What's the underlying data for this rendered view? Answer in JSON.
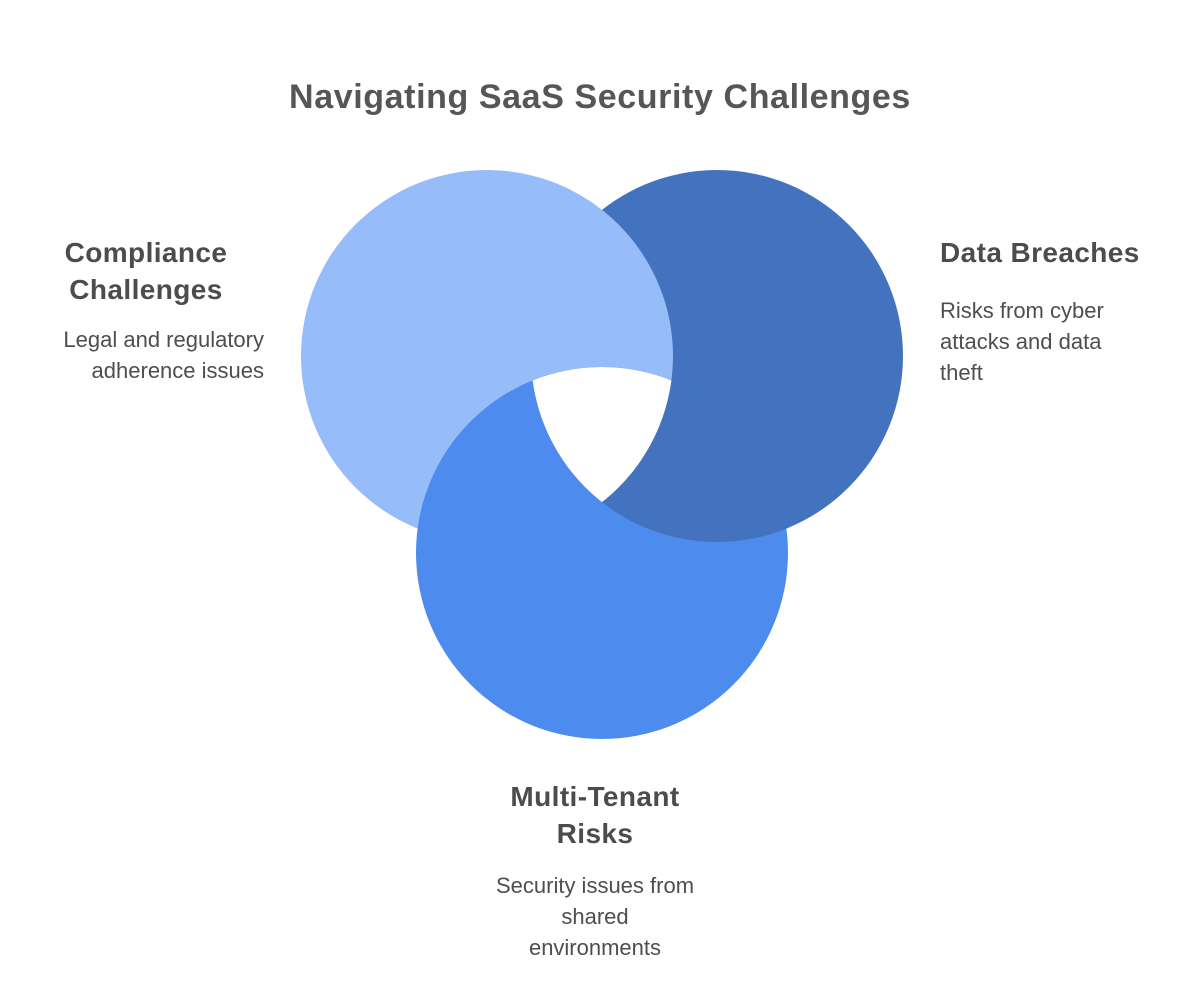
{
  "title": "Navigating SaaS Security Challenges",
  "diagram": {
    "type": "venn-3-circle-pinwheel",
    "background": "#ffffff",
    "circles": {
      "compliance": {
        "label": "Compliance Challenges",
        "color": "#97BCFA"
      },
      "data_breaches": {
        "label": "Data Breaches",
        "color": "#4372BF"
      },
      "multi_tenant": {
        "label": "Multi-Tenant Risks",
        "color": "#4D8CEE"
      }
    }
  },
  "labels": {
    "compliance": {
      "heading_lines": [
        "Compliance",
        "Challenges"
      ],
      "description_lines": [
        "Legal and regulatory",
        "adherence issues"
      ]
    },
    "data_breaches": {
      "heading_lines": [
        "Data Breaches"
      ],
      "description_lines": [
        "Risks from cyber",
        "attacks and data",
        "theft"
      ]
    },
    "multi_tenant": {
      "heading_lines": [
        "Multi-Tenant",
        "Risks"
      ],
      "description_lines": [
        "Security issues from",
        "shared",
        "environments"
      ]
    }
  }
}
